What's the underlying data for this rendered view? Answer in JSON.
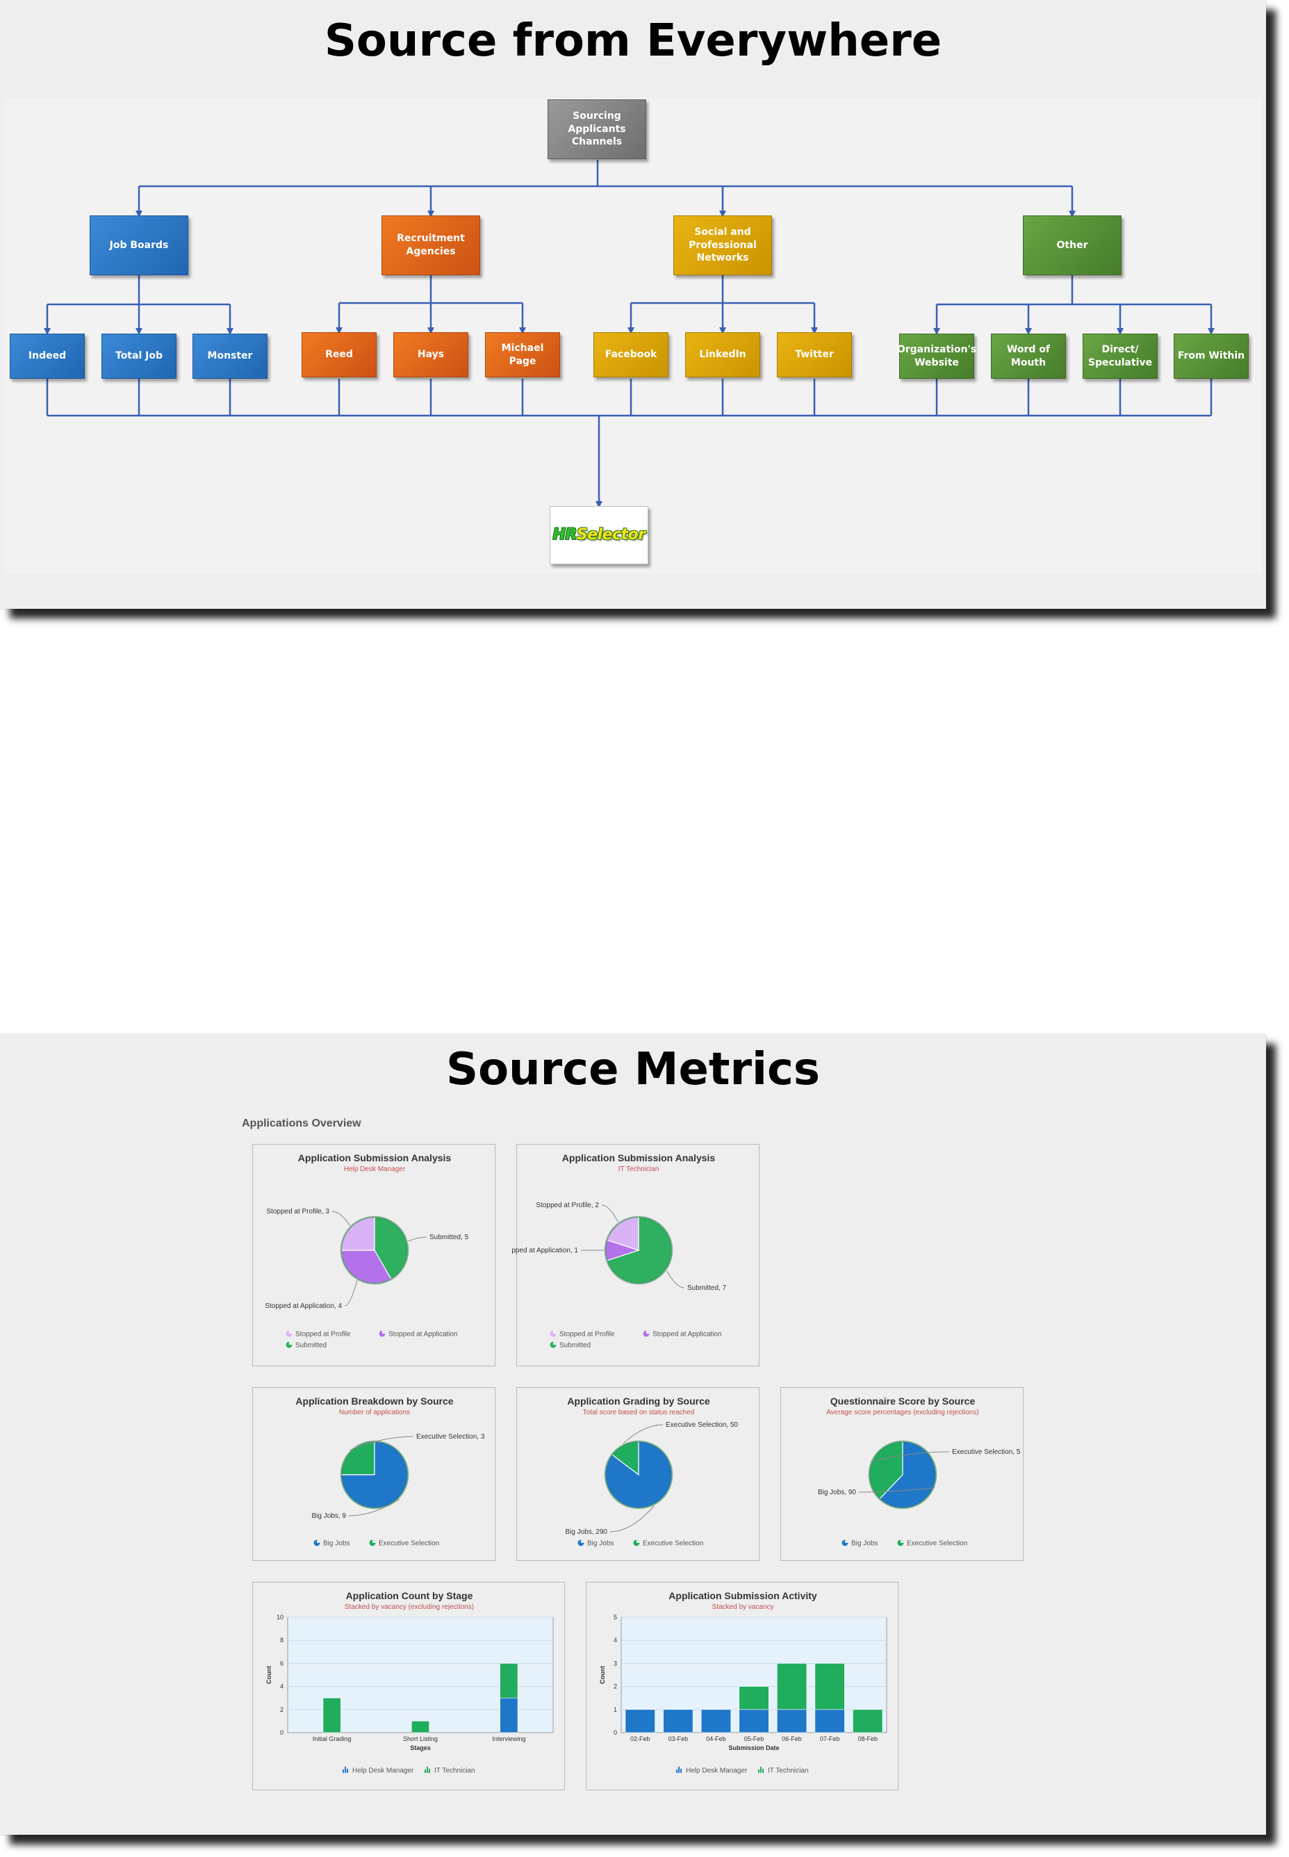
{
  "org": {
    "title": "Source from Everywhere",
    "root": "Sourcing Applicants Channels",
    "categories": [
      {
        "id": "job-boards",
        "label": "Job Boards",
        "color": "blue",
        "children": [
          "Indeed",
          "Total Job",
          "Monster"
        ]
      },
      {
        "id": "recruitment-agencies",
        "label": "Recruitment Agencies",
        "color": "orange",
        "children": [
          "Reed",
          "Hays",
          "Michael Page"
        ]
      },
      {
        "id": "social-networks",
        "label": "Social and Professional Networks",
        "color": "gold",
        "children": [
          "Facebook",
          "LinkedIn",
          "Twitter"
        ]
      },
      {
        "id": "other",
        "label": "Other",
        "color": "green",
        "children": [
          "Organization's Website",
          "Word of Mouth",
          "Direct/ Speculative",
          "From Within"
        ]
      }
    ],
    "target_logo": {
      "part1": "HR",
      "part2": "Selector"
    }
  },
  "metrics": {
    "title": "Source Metrics",
    "section_label": "Applications Overview"
  },
  "colors": {
    "profile": "#d9b3f5",
    "application": "#b472ea",
    "submitted": "#2eb060",
    "big_jobs": "#1f77c9",
    "executive": "#20ad5e",
    "help_desk": "#1f77c9",
    "it_tech": "#20ad5e"
  },
  "chart_data": [
    {
      "id": "pie1",
      "type": "pie",
      "title": "Application Submission Analysis",
      "subtitle": "Help Desk Manager",
      "slices": [
        {
          "name": "Stopped at Profile",
          "value": 3,
          "label": "Stopped at Profile, 3"
        },
        {
          "name": "Stopped at Application",
          "value": 4,
          "label": "Stopped at Application, 4"
        },
        {
          "name": "Submitted",
          "value": 5,
          "label": "Submitted, 5"
        }
      ],
      "legend": [
        "Stopped at Profile",
        "Stopped at Application",
        "Submitted"
      ]
    },
    {
      "id": "pie2",
      "type": "pie",
      "title": "Application Submission Analysis",
      "subtitle": "IT Technician",
      "slices": [
        {
          "name": "Stopped at Profile",
          "value": 2,
          "label": "Stopped at Profile, 2"
        },
        {
          "name": "Stopped at Application",
          "value": 1,
          "label": "pped at Application, 1"
        },
        {
          "name": "Submitted",
          "value": 7,
          "label": "Submitted, 7"
        }
      ],
      "legend": [
        "Stopped at Profile",
        "Stopped at Application",
        "Submitted"
      ]
    },
    {
      "id": "pie3",
      "type": "pie",
      "title": "Application Breakdown by Source",
      "subtitle": "Number of applications",
      "slices": [
        {
          "name": "Big Jobs",
          "value": 9,
          "label": "Big Jobs, 9"
        },
        {
          "name": "Executive Selection",
          "value": 3,
          "label": "Executive Selection, 3"
        }
      ],
      "legend": [
        "Big Jobs",
        "Executive Selection"
      ]
    },
    {
      "id": "pie4",
      "type": "pie",
      "title": "Application Grading by Source",
      "subtitle": "Total score based on status reached",
      "slices": [
        {
          "name": "Big Jobs",
          "value": 290,
          "label": "Big Jobs, 290"
        },
        {
          "name": "Executive Selection",
          "value": 50,
          "label": "Executive Selection, 50"
        }
      ],
      "legend": [
        "Big Jobs",
        "Executive Selection"
      ]
    },
    {
      "id": "pie5",
      "type": "pie",
      "title": "Questionnaire Score by Source",
      "subtitle": "Average score percentages (excluding rejections)",
      "slices": [
        {
          "name": "Big Jobs",
          "value": 90,
          "label": "Big Jobs, 90"
        },
        {
          "name": "Executive Selection",
          "value": 55,
          "label": "Executive Selection, 5"
        }
      ],
      "legend": [
        "Big Jobs",
        "Executive Selection"
      ]
    },
    {
      "id": "bar1",
      "type": "bar",
      "title": "Application Count by Stage",
      "subtitle": "Stacked by vacancy (excluding rejections)",
      "categories": [
        "Initial Grading",
        "Short Listing",
        "Interviewing"
      ],
      "series": [
        {
          "name": "Help Desk Manager",
          "values": [
            0,
            0,
            3
          ]
        },
        {
          "name": "IT Technician",
          "values": [
            3,
            1,
            3
          ]
        }
      ],
      "ylim": [
        0,
        10
      ],
      "yticks": [
        0,
        2,
        4,
        6,
        8,
        10
      ],
      "xlabel": "Stages",
      "ylabel": "Count"
    },
    {
      "id": "bar2",
      "type": "bar",
      "title": "Application Submission Activity",
      "subtitle": "Stacked by vacancy",
      "categories": [
        "02-Feb",
        "03-Feb",
        "04-Feb",
        "05-Feb",
        "06-Feb",
        "07-Feb",
        "08-Feb"
      ],
      "series": [
        {
          "name": "Help Desk Manager",
          "values": [
            1,
            1,
            1,
            1,
            1,
            1,
            0
          ]
        },
        {
          "name": "IT Technician",
          "values": [
            0,
            0,
            0,
            1,
            2,
            2,
            1
          ]
        }
      ],
      "ylim": [
        0,
        5
      ],
      "yticks": [
        0,
        1,
        2,
        3,
        4,
        5
      ],
      "xlabel": "Submission Date",
      "ylabel": "Count"
    }
  ]
}
